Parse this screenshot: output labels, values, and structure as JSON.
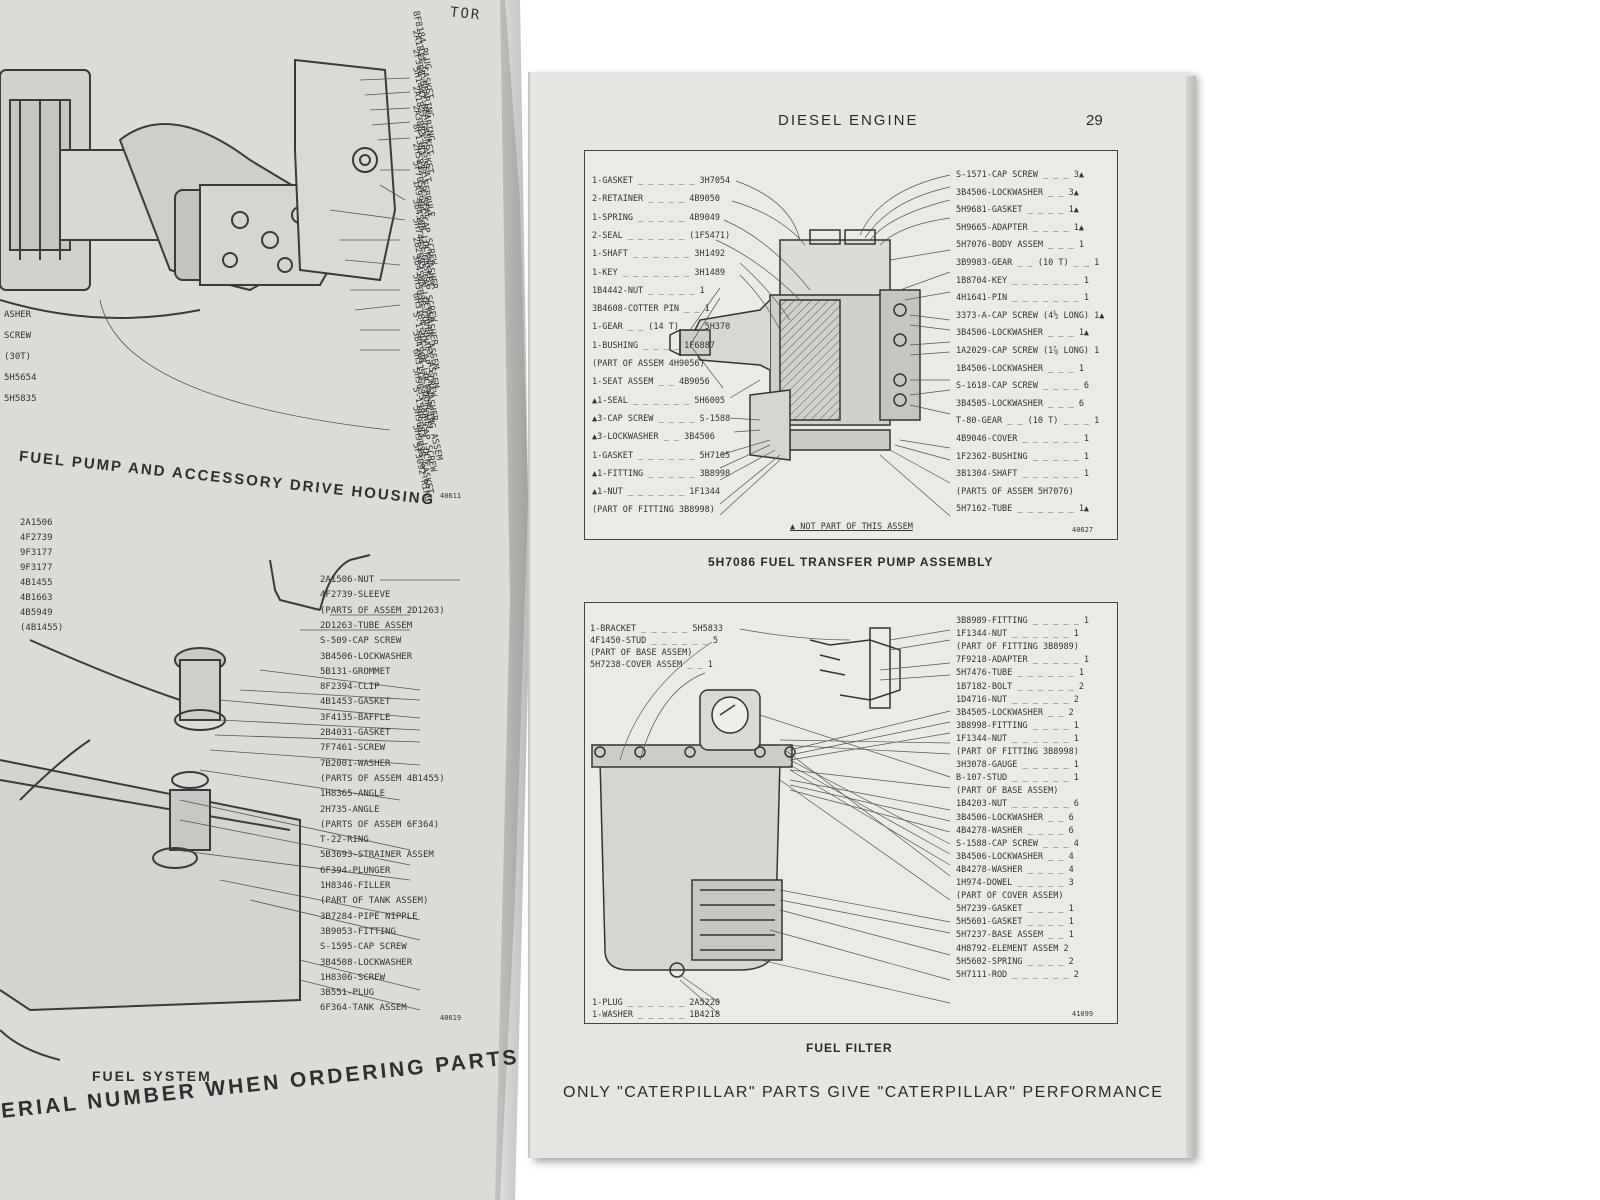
{
  "left_page": {
    "top_fragment": "TOR",
    "section1_caption": "FUEL PUMP AND ACCESSORY DRIVE HOUSING",
    "section2_caption": "FUEL SYSTEM",
    "footer": "ERIAL NUMBER WHEN ORDERING PARTS",
    "parts_upper": [
      "8F8184-PLUG",
      "2A1811-GASKET",
      "2F360-BEARING",
      "5H1447-BEARING",
      "2A1827-GASKET",
      "2A3883-GASKET",
      "8F1381-SEAT",
      "2H5832-FERRULE",
      "5F7054-SEAL",
      "1A9964-CAP SCREW",
      "3B4506-LOCKWASHER",
      "5H7443-GASKET",
      "2B2695-CAP SCREW",
      "3B4505-LOCKWASHER",
      "5H3636-COVER ASSEM",
      "6H3184-SHAFT ASSEM",
      "S-1594-CAP SCREW",
      "3B4506-LOCKWASHER",
      "6H3172-COUPLING ASSEM",
      "5H9635-DOWEL",
      "S-1580-CAP SCREW",
      "5H9683-LOCK",
      "5H9638-GASKET",
      "5F3092-RING"
    ],
    "parts_left_edge": [
      "ASHER",
      "SCREW",
      "(30T)",
      "5H5654",
      "5H5835"
    ],
    "parts_lower_left": [
      "2A1506",
      "4F2739",
      "9F3177",
      "9F3177",
      "4B1455",
      "4B1663",
      "4B5949",
      "(4B1455)"
    ],
    "parts_lower": [
      "2A1506-NUT",
      "4F2739-SLEEVE",
      "(PARTS OF ASSEM 2D1263)",
      "2D1263-TUBE ASSEM",
      "S-509-CAP SCREW",
      "3B4506-LOCKWASHER",
      "5B131-GROMMET",
      "8F2394-CLIP",
      "4B1453-GASKET",
      "3F4135-BAFFLE",
      "2B4031-GASKET",
      "7F7461-SCREW",
      "7B2001-WASHER",
      "(PARTS OF ASSEM 4B1455)",
      "1H8365-ANGLE",
      "2H735-ANGLE",
      "(PARTS OF ASSEM 6F364)",
      "T-22-RING",
      "5B3693-STRAINER ASSEM",
      "6F394-PLUNGER",
      "1H8346-FILLER",
      "(PART OF TANK ASSEM)",
      "3B7284-PIPE NIPPLE",
      "3B9053-FITTING",
      "S-1595-CAP SCREW",
      "3B4508-LOCKWASHER",
      "1H8306-SCREW",
      "3B551-PLUG",
      "6F364-TANK ASSEM"
    ],
    "fig_no_upper": "40611",
    "fig_no_lower": "40619"
  },
  "right_page": {
    "header_title": "DIESEL ENGINE",
    "page_number": "29",
    "fig1": {
      "caption": "5H7086 FUEL TRANSFER PUMP ASSEMBLY",
      "fig_no": "40627",
      "note": "▲ NOT PART OF THIS ASSEM",
      "left_labels": [
        "1-GASKET _ _ _ _ _ _ 3H7054",
        "2-RETAINER _ _ _ _ 4B9050",
        "1-SPRING _ _ _ _ _ 4B9049",
        "2-SEAL _ _ _ _ _ _ (1F5471)",
        "1-SHAFT _ _ _ _ _ _ 3H1492",
        "1-KEY _ _ _ _ _ _ _ 3H1489",
        "1B4442-NUT _ _ _ _ _ 1",
        "3B4608-COTTER PIN _ _ 1",
        "1-GEAR _ _ (14 T) _ _ 5H370",
        "1-BUSHING _ _ _ _ 1F6887",
        "(PART OF ASSEM 4H9056)",
        "1-SEAT ASSEM _ _ 4B9056",
        "▲1-SEAL _ _ _ _ _ _ 5H6005",
        "▲3-CAP SCREW _ _ _ _ S-1588",
        "▲3-LOCKWASHER _ _ 3B4506",
        "1-GASKET _ _ _ _ _ _ 5H7105",
        "▲1-FITTING _ _ _ _ _ 3B8998",
        "▲1-NUT _ _ _ _ _ _ 1F1344",
        "(PART OF FITTING 3B8998)"
      ],
      "right_labels": [
        "S-1571-CAP SCREW _ _ _ 3▲",
        "3B4506-LOCKWASHER _ _ 3▲",
        "5H9681-GASKET _ _ _ _ 1▲",
        "5H9665-ADAPTER _ _ _ _ 1▲",
        "5H7076-BODY ASSEM _ _ _ 1",
        "3B9983-GEAR _ _ (10 T) _ _ 1",
        "1B8704-KEY _ _ _ _ _ _ _ 1",
        "4H1641-PIN _ _ _ _ _ _ _ 1",
        "3373-A-CAP SCREW (4½ LONG) 1▲",
        "3B4506-LOCKWASHER _ _ _ 1▲",
        "1A2029-CAP SCREW (1⅞ LONG) 1",
        "1B4506-LOCKWASHER _ _ _ 1",
        "S-1618-CAP SCREW _ _ _ _ 6",
        "3B4505-LOCKWASHER _ _ _ 6",
        "T-80-GEAR _ _ (10 T) _ _ _ 1",
        "4B9046-COVER _ _ _ _ _ _ 1",
        "1F2362-BUSHING _ _ _ _ _ 1",
        "3B1304-SHAFT _ _ _ _ _ _ 1",
        "(PARTS OF ASSEM 5H7076)",
        "5H7162-TUBE _ _ _ _ _ _ 1▲"
      ]
    },
    "fig2": {
      "caption": "FUEL FILTER",
      "fig_no": "41099",
      "left_labels": [
        "1-BRACKET _ _ _ _ _ 5H5833",
        "4F1450-STUD _ _ _ _ _ _ 5",
        "(PART OF BASE ASSEM)",
        "5H7238-COVER ASSEM _ _ 1",
        "1-PLUG _ _ _ _ _ _ 2A5220",
        "1-WASHER _ _ _ _ _ 1B4218"
      ],
      "right_labels": [
        "3B8989-FITTING _ _ _ _ _ 1",
        "1F1344-NUT _ _ _ _ _ _ 1",
        "(PART OF FITTING 3B8989)",
        "7F9218-ADAPTER _ _ _ _ _ 1",
        "5H7476-TUBE _ _ _ _ _ _ 1",
        "1B7182-BOLT _ _ _ _ _ _ 2",
        "1D4716-NUT _ _ _ _ _ _ 2",
        "3B4505-LOCKWASHER _ _ 2",
        "3B8998-FITTING _ _ _ _ 1",
        "1F1344-NUT _ _ _ _ _ _ 1",
        "(PART OF FITTING 3B8998)",
        "3H3078-GAUGE _ _ _ _ _ 1",
        "B-107-STUD _ _ _ _ _ _ 1",
        "(PART OF BASE ASSEM)",
        "1B4203-NUT _ _ _ _ _ _ 6",
        "3B4506-LOCKWASHER _ _ 6",
        "4B4278-WASHER _ _ _ _ 6",
        "S-1588-CAP SCREW _ _ _ 4",
        "3B4506-LOCKWASHER _ _ 4",
        "4B4278-WASHER _ _ _ _ 4",
        "1H974-DOWEL _ _ _ _ _ 3",
        "(PART OF COVER ASSEM)",
        "5H7239-GASKET _ _ _ _ 1",
        "5H5601-GASKET _ _ _ _ 1",
        "5H7237-BASE ASSEM _ _ 1",
        "4H8792-ELEMENT ASSEM 2",
        "5H5602-SPRING _ _ _ _ 2",
        "5H7111-ROD _ _ _ _ _ _ 2"
      ]
    },
    "footer": "ONLY \"CATERPILLAR\" PARTS GIVE \"CATERPILLAR\" PERFORMANCE"
  }
}
